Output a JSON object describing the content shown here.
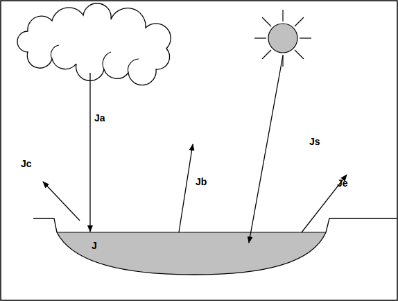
{
  "diagram": {
    "labels": [
      "Ja",
      "Jc",
      "Jb",
      "Js",
      "Je",
      "J"
    ]
  }
}
